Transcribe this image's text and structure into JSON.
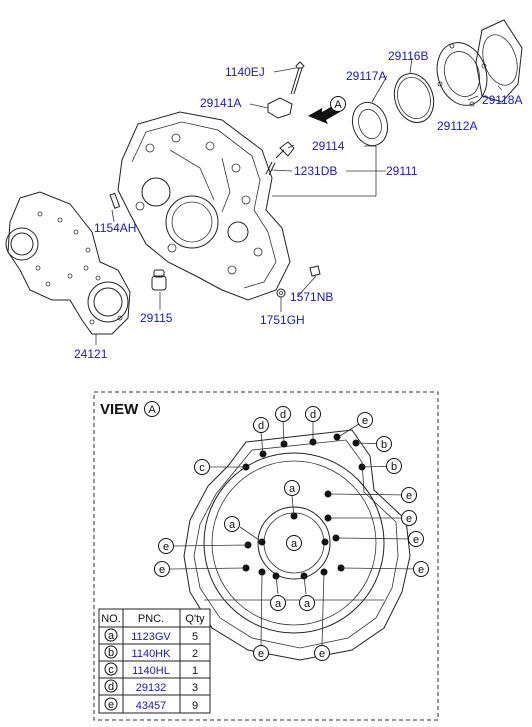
{
  "parts": {
    "p1140EJ": "1140EJ",
    "p29141A": "29141A",
    "p29116B": "29116B",
    "p29117A": "29117A",
    "p29118A": "29118A",
    "p29112A": "29112A",
    "p29114": "29114",
    "p1231DB": "1231DB",
    "p29111": "29111",
    "p1154AH": "1154AH",
    "p1571NB": "1571NB",
    "p29115": "29115",
    "p1751GH": "1751GH",
    "p24121": "24121"
  },
  "arrow_view_letter": "A",
  "view": {
    "title": "VIEW",
    "letter": "A",
    "bubbles": {
      "a": "a",
      "b": "b",
      "c": "c",
      "d": "d",
      "e": "e"
    }
  },
  "legend_table": {
    "headers": [
      "NO.",
      "PNC.",
      "Q'ty"
    ],
    "rows": [
      {
        "no": "a",
        "pnc": "1123GV",
        "qty": "5"
      },
      {
        "no": "b",
        "pnc": "1140HK",
        "qty": "2"
      },
      {
        "no": "c",
        "pnc": "1140HL",
        "qty": "1"
      },
      {
        "no": "d",
        "pnc": "29132",
        "qty": "3"
      },
      {
        "no": "e",
        "pnc": "43457",
        "qty": "9"
      }
    ]
  }
}
